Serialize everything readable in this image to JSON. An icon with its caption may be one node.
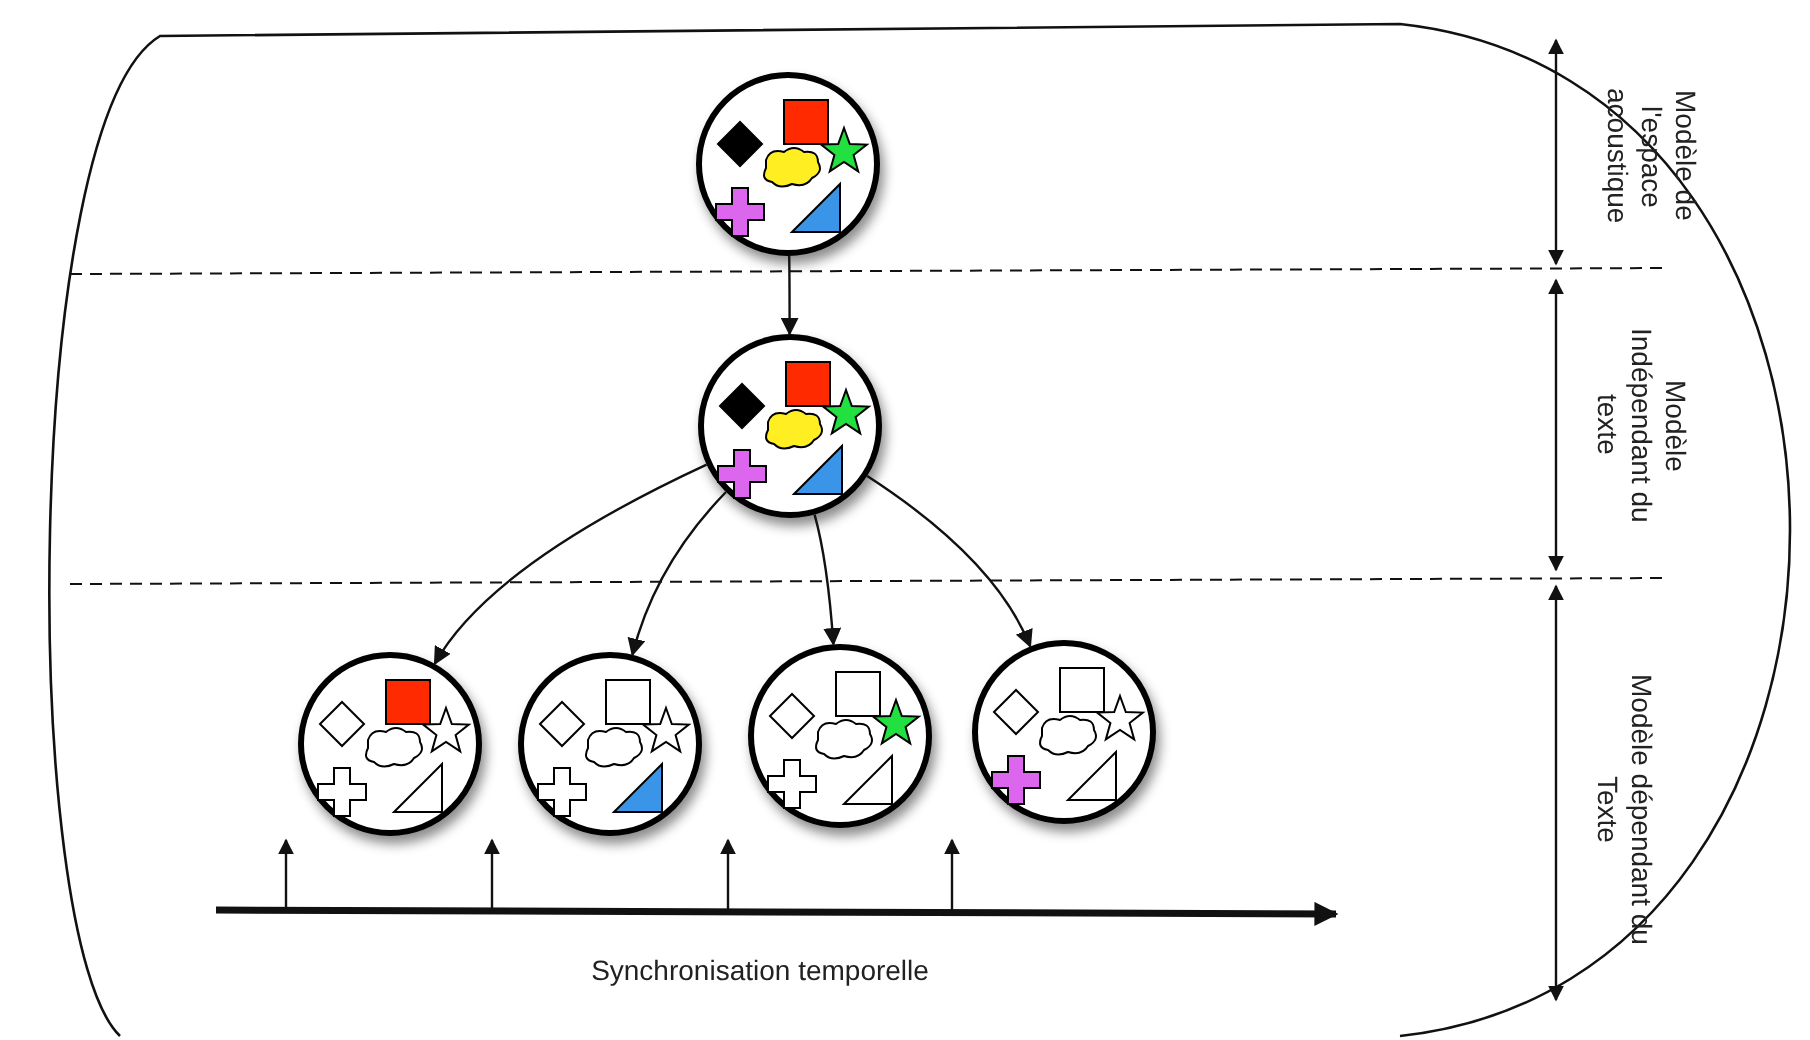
{
  "diagram": {
    "nodes": [
      {
        "text": [],
        "shape": "circle"
      },
      {
        "text": [],
        "shape": "circle"
      },
      {
        "text": [],
        "shape": "circle"
      },
      {
        "text": [],
        "shape": "circle"
      },
      {
        "text": [],
        "shape": "circle"
      },
      {
        "text": [],
        "shape": "circle"
      }
    ],
    "edges": [
      {
        "from": 0,
        "to": 1,
        "arrow": "to"
      },
      {
        "from": 1,
        "to": 2,
        "arrow": "to"
      },
      {
        "from": 1,
        "to": 3,
        "arrow": "to"
      },
      {
        "from": 1,
        "to": 4,
        "arrow": "to"
      },
      {
        "from": 1,
        "to": 5,
        "arrow": "to"
      }
    ],
    "labels": [
      "Modèle de l'espace acoustique",
      "Modèle Indépendant du texte",
      "Modèle dépendant du Texte",
      "Synchronisation temporelle"
    ]
  }
}
